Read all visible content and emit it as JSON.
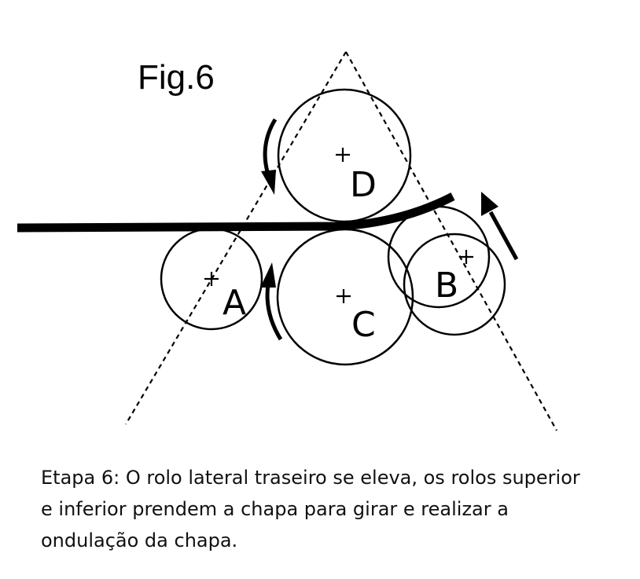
{
  "figure": {
    "title": "Fig.6",
    "rolls": [
      {
        "id": "A",
        "label": "A"
      },
      {
        "id": "B",
        "label": "B"
      },
      {
        "id": "C",
        "label": "C"
      },
      {
        "id": "D",
        "label": "D"
      }
    ]
  },
  "caption": {
    "line1": "Etapa 6: O rolo lateral traseiro se eleva, os rolos superior",
    "line2": "e inferior prendem a chapa para girar e realizar a",
    "line3": "ondulação da chapa."
  }
}
